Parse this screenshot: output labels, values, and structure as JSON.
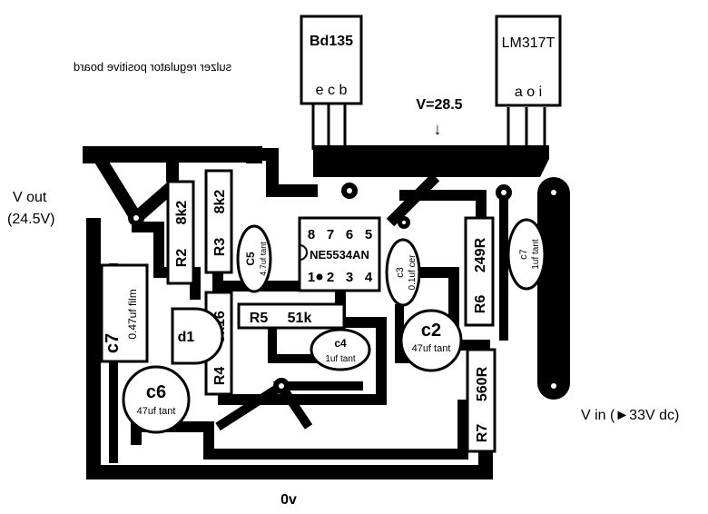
{
  "title": "sulzer regulator positive board",
  "ic": {
    "name": "NE5534AN",
    "pins_top": [
      "8",
      "7",
      "6",
      "5"
    ],
    "pins_bottom": [
      "1",
      "2",
      "3",
      "4"
    ]
  },
  "transistor": {
    "name": "Bd135",
    "pins": "e c b"
  },
  "regulator": {
    "name": "LM317T",
    "pins": "a o i"
  },
  "resistors": {
    "r2": {
      "ref": "R2",
      "value": "8k2"
    },
    "r3": {
      "ref": "R3",
      "value": "8k2"
    },
    "r4": {
      "ref": "R4",
      "value": "3k16"
    },
    "r5": {
      "ref": "R5",
      "value": "51k"
    },
    "r6": {
      "ref": "R6",
      "value": "249R"
    },
    "r7": {
      "ref": "R7",
      "value": "560R"
    }
  },
  "capacitors": {
    "c2": {
      "ref": "c2",
      "value": "47uf tant"
    },
    "c3": {
      "ref": "c3",
      "value": "0.1uf cer"
    },
    "c4": {
      "ref": "c4",
      "value": "1uf tant"
    },
    "c5": {
      "ref": "C5",
      "value": "4.7uf tant"
    },
    "c6": {
      "ref": "c6",
      "value": "47uf tant"
    },
    "c7": {
      "ref": "c7",
      "value": "0.47uf film"
    },
    "c7b": {
      "ref": "c7",
      "value": "1uf tant"
    }
  },
  "diode": {
    "ref": "d1"
  },
  "annotations": {
    "v_out": "V out",
    "v_out_value": "(24.5V)",
    "v_in": "V in (►33V dc)",
    "ground": "0v",
    "node_voltage": "V=28.5",
    "arrow": "↓"
  }
}
